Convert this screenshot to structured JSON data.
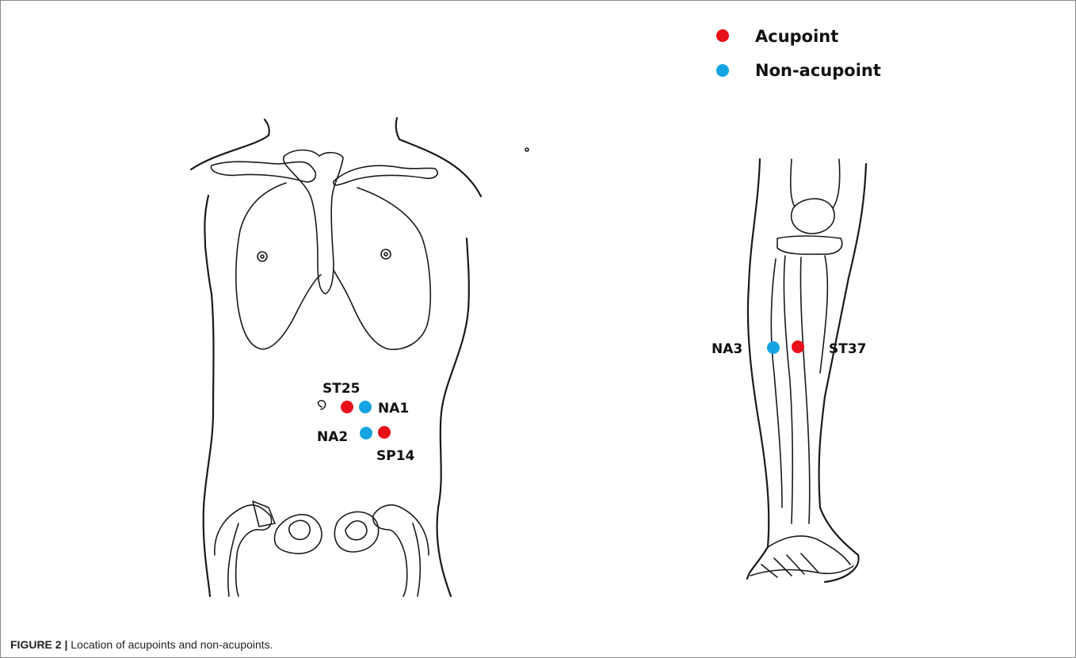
{
  "legend": {
    "acupoint": {
      "label": "Acupoint",
      "color": "#e8101a"
    },
    "non_acupoint": {
      "label": "Non-acupoint",
      "color": "#14a4e3"
    }
  },
  "points": {
    "st25": "ST25",
    "na1": "NA1",
    "na2": "NA2",
    "sp14": "SP14",
    "na3": "NA3",
    "st37": "ST37"
  },
  "caption": {
    "figure_label": "FIGURE 2 |",
    "text": " Location of acupoints and non-acupoints."
  }
}
